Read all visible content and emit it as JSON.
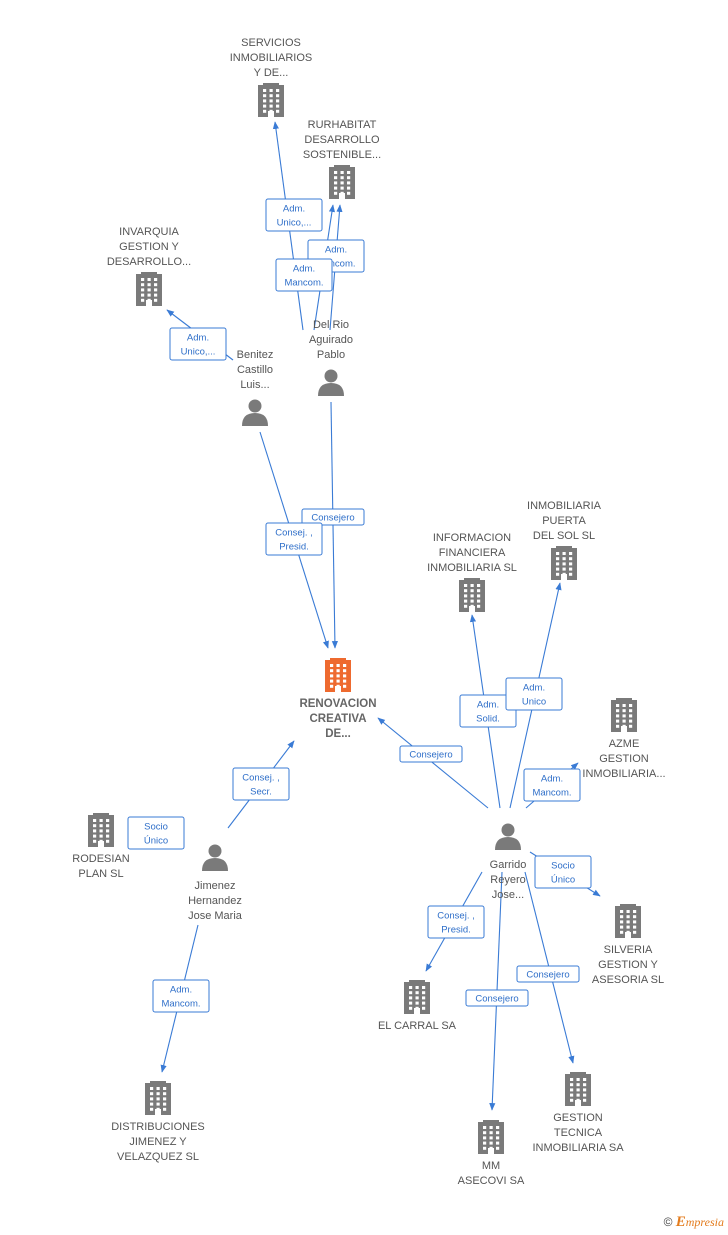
{
  "colors": {
    "company": "#7a7a7a",
    "main_company": "#ee6a2f",
    "person": "#7a7a7a",
    "edge": "#3a7bd5"
  },
  "nodes": [
    {
      "id": "renovacion",
      "type": "company",
      "main": true,
      "label": [
        "RENOVACION",
        "CREATIVA",
        "DE..."
      ]
    },
    {
      "id": "servicios",
      "type": "company",
      "label": [
        "SERVICIOS",
        "INMOBILIARIOS",
        "Y DE..."
      ]
    },
    {
      "id": "rurhabitat",
      "type": "company",
      "label": [
        "RURHABITAT",
        "DESARROLLO",
        "SOSTENIBLE..."
      ]
    },
    {
      "id": "invarquia",
      "type": "company",
      "label": [
        "INVARQUIA",
        "GESTION Y",
        "DESARROLLO..."
      ]
    },
    {
      "id": "delrio",
      "type": "person",
      "label": [
        "Del Rio",
        "Aguirado",
        "Pablo"
      ]
    },
    {
      "id": "benitez",
      "type": "person",
      "label": [
        "Benitez",
        "Castillo",
        "Luis..."
      ]
    },
    {
      "id": "informacion",
      "type": "company",
      "label": [
        "INFORMACION",
        "FINANCIERA",
        "INMOBILIARIA SL"
      ]
    },
    {
      "id": "puerta",
      "type": "company",
      "label": [
        "INMOBILIARIA",
        "PUERTA",
        "DEL SOL  SL"
      ]
    },
    {
      "id": "azme",
      "type": "company",
      "label": [
        "AZME",
        "GESTION",
        "INMOBILIARIA..."
      ]
    },
    {
      "id": "garrido",
      "type": "person",
      "label": [
        "Garrido",
        "Reyero",
        "Jose..."
      ]
    },
    {
      "id": "silveria",
      "type": "company",
      "label": [
        "SILVERIA",
        "GESTION Y",
        "ASESORIA  SL"
      ]
    },
    {
      "id": "elcarral",
      "type": "company",
      "label": [
        "EL CARRAL SA"
      ]
    },
    {
      "id": "gestion_tecnica",
      "type": "company",
      "label": [
        "GESTION",
        "TECNICA",
        "INMOBILIARIA SA"
      ]
    },
    {
      "id": "mmasecovi",
      "type": "company",
      "label": [
        "MM",
        "ASECOVI SA"
      ]
    },
    {
      "id": "rodesian",
      "type": "company",
      "label": [
        "RODESIAN",
        "PLAN SL"
      ]
    },
    {
      "id": "jimenez",
      "type": "person",
      "label": [
        "Jimenez",
        "Hernandez",
        "Jose Maria"
      ]
    },
    {
      "id": "distribuciones",
      "type": "company",
      "label": [
        "DISTRIBUCIONES",
        "JIMENEZ Y",
        "VELAZQUEZ SL"
      ]
    }
  ],
  "edges": [
    {
      "from": "delrio",
      "to": "servicios",
      "label": [
        "Adm.",
        "Unico,..."
      ]
    },
    {
      "from": "delrio",
      "to": "rurhabitat",
      "label": [
        "Adm.",
        "Mancom."
      ]
    },
    {
      "from": "benitez",
      "to": "rurhabitat",
      "label": [
        "Adm.",
        "Mancom."
      ]
    },
    {
      "from": "benitez",
      "to": "invarquia",
      "label": [
        "Adm.",
        "Unico,..."
      ]
    },
    {
      "from": "delrio",
      "to": "renovacion",
      "label": [
        "Consejero"
      ]
    },
    {
      "from": "benitez",
      "to": "renovacion",
      "label": [
        "Consej. ,",
        "Presid."
      ]
    },
    {
      "from": "garrido",
      "to": "renovacion",
      "label": [
        "Consejero"
      ]
    },
    {
      "from": "garrido",
      "to": "informacion",
      "label": [
        "Adm.",
        "Solid."
      ]
    },
    {
      "from": "garrido",
      "to": "puerta",
      "label": [
        "Adm.",
        "Unico"
      ]
    },
    {
      "from": "garrido",
      "to": "azme",
      "label": [
        "Adm.",
        "Mancom."
      ]
    },
    {
      "from": "garrido",
      "to": "silveria",
      "label": [
        "Socio",
        "Único"
      ]
    },
    {
      "from": "garrido",
      "to": "elcarral",
      "label": [
        "Consej. ,",
        "Presid."
      ]
    },
    {
      "from": "garrido",
      "to": "gestion_tecnica",
      "label": [
        "Consejero"
      ]
    },
    {
      "from": "garrido",
      "to": "mmasecovi",
      "label": [
        "Consejero"
      ]
    },
    {
      "from": "jimenez",
      "to": "renovacion",
      "label": [
        "Consej. ,",
        "Secr."
      ]
    },
    {
      "from": "jimenez",
      "to": "rodesian",
      "label": [
        "Socio",
        "Único"
      ]
    },
    {
      "from": "jimenez",
      "to": "distribuciones",
      "label": [
        "Adm.",
        "Mancom."
      ]
    }
  ],
  "footer": {
    "copyright": "©",
    "brand_initial": "E",
    "brand_rest": "mpresia"
  }
}
